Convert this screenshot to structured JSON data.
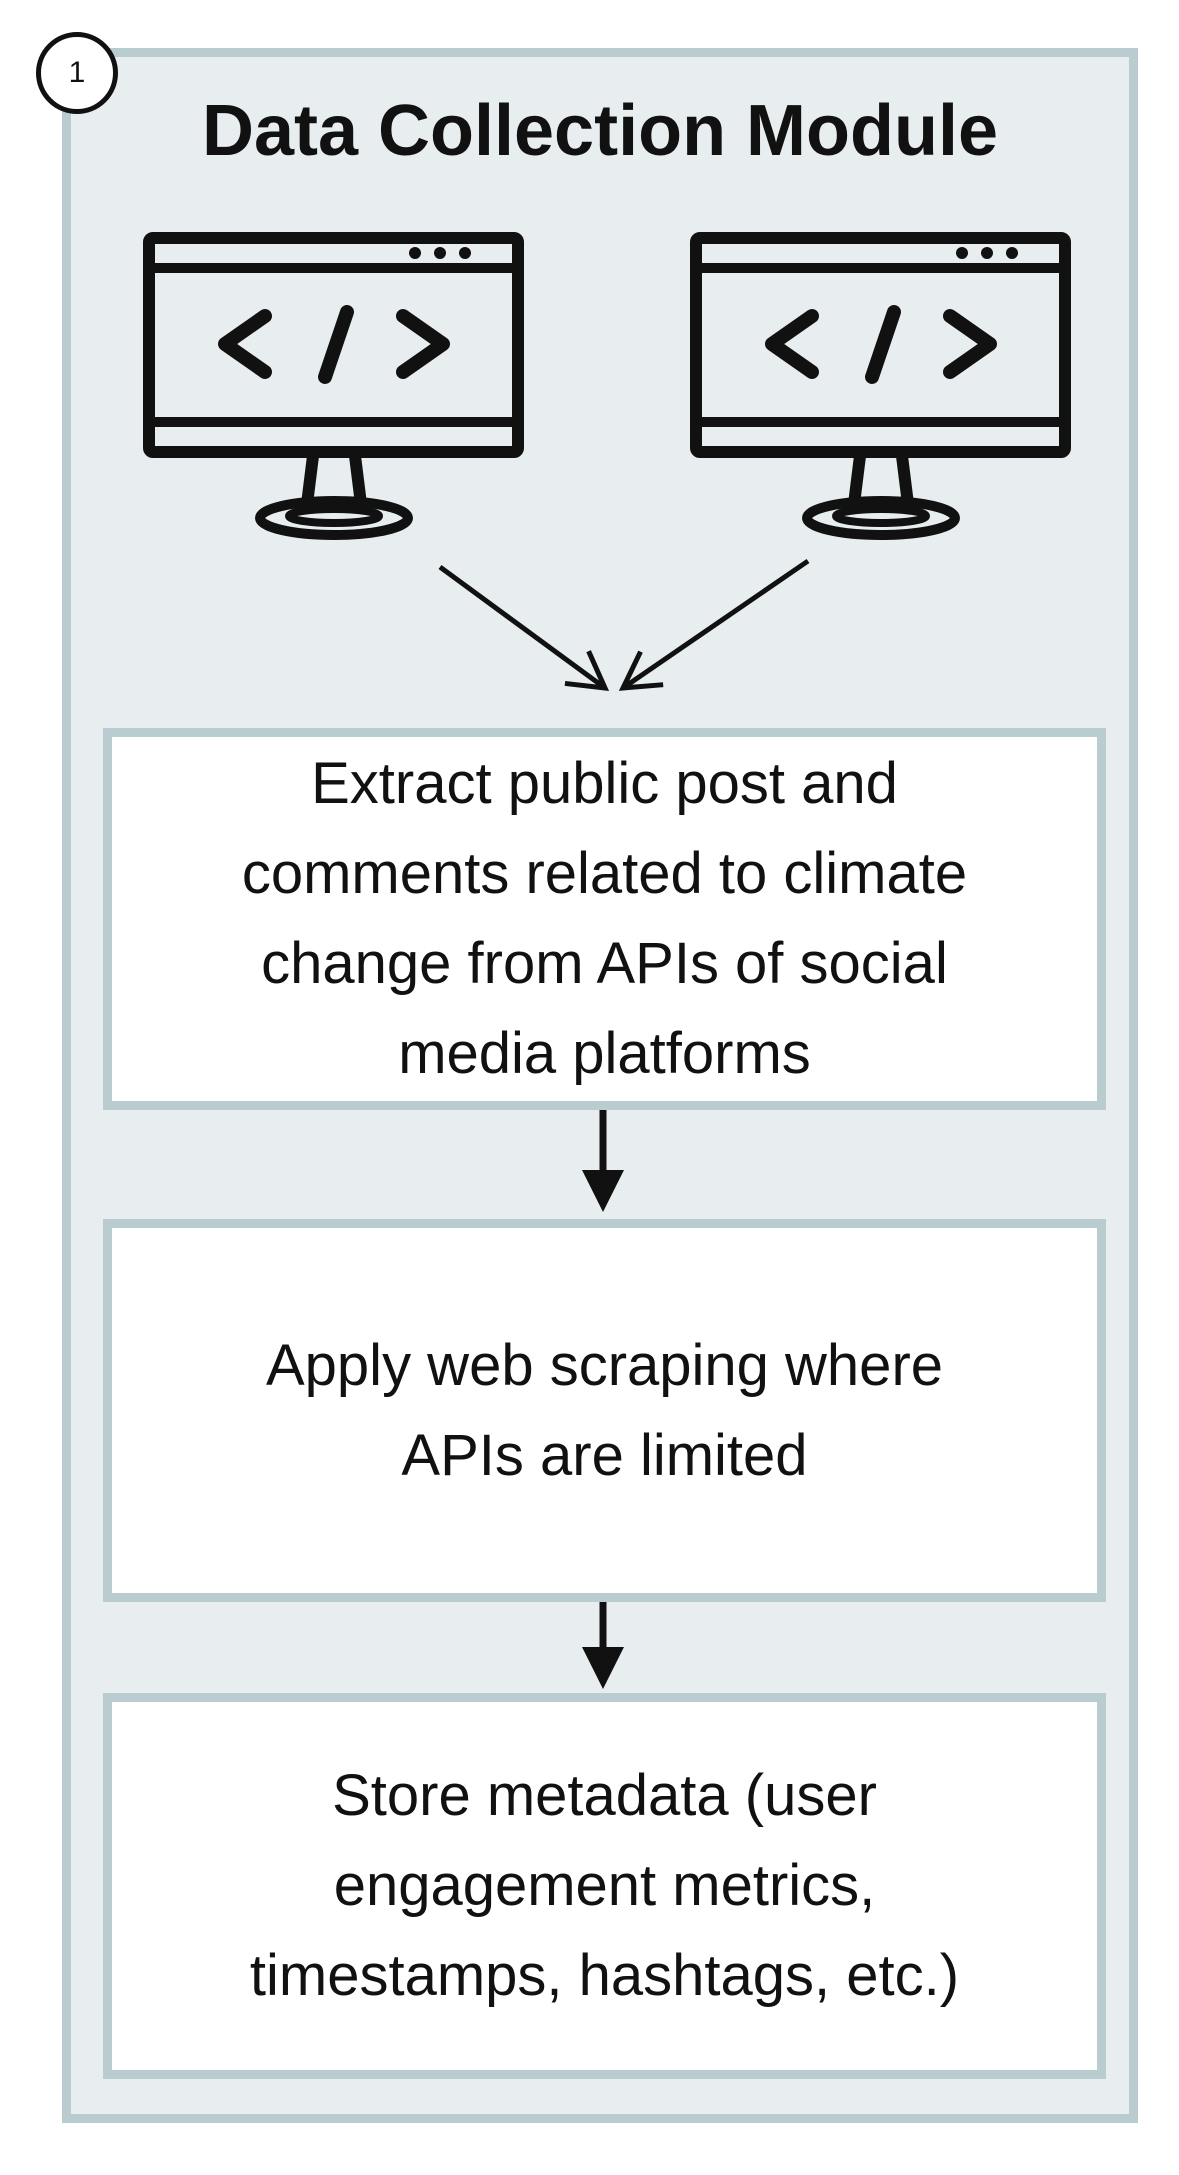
{
  "module": {
    "step_number": "1",
    "title": "Data Collection Module"
  },
  "sources": [
    {
      "icon": "code-monitor-icon"
    },
    {
      "icon": "code-monitor-icon"
    }
  ],
  "steps": [
    {
      "lines": [
        "Extract public post and",
        "comments related to climate",
        "change from APIs of social",
        "media platforms"
      ]
    },
    {
      "lines": [
        "Apply web scraping where",
        "APIs are limited"
      ]
    },
    {
      "lines": [
        "Store metadata (user",
        "engagement metrics,",
        "timestamps, hashtags, etc.)"
      ]
    }
  ],
  "colors": {
    "module_background": "#e8eeef",
    "border": "#b9cccf",
    "box_background": "#ffffff",
    "ink": "#111111"
  }
}
